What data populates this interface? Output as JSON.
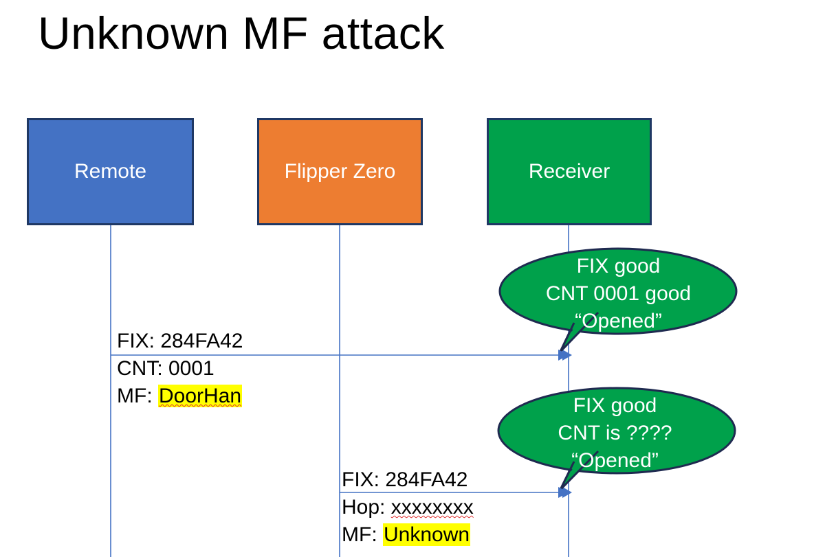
{
  "slide": {
    "title": "Unknown MF attack",
    "background": "#ffffff"
  },
  "colors": {
    "remote_fill": "#4472C4",
    "flipper_fill": "#ED7D31",
    "receiver_fill": "#00A14B",
    "box_border": "#1F3864",
    "arrow": "#4472C4",
    "lifeline": "#4472C4",
    "callout_fill": "#00A14B",
    "callout_border": "#1F2A50",
    "highlight": "#FFFF00",
    "spellcheck": "#E03030",
    "text_dark": "#000000",
    "text_light": "#FFFFFF"
  },
  "actors": [
    {
      "id": "remote",
      "label": "Remote"
    },
    {
      "id": "flipper",
      "label": "Flipper Zero"
    },
    {
      "id": "receiver",
      "label": "Receiver"
    }
  ],
  "messages": [
    {
      "id": "msg-1",
      "from": "remote",
      "to": "receiver",
      "lines": [
        {
          "text": "FIX: 284FA42"
        },
        {
          "text": "CNT: 0001"
        },
        {
          "prefix": "MF: ",
          "value": "DoorHan",
          "highlighted": true,
          "spellcheck": true
        }
      ]
    },
    {
      "id": "msg-2",
      "from": "flipper",
      "to": "receiver",
      "lines": [
        {
          "text": "FIX: 284FA42"
        },
        {
          "prefix": "Hop: ",
          "value": "xxxxxxxx",
          "highlighted": false,
          "spellcheck": true
        },
        {
          "prefix": "MF: ",
          "value": "Unknown",
          "highlighted": true,
          "spellcheck": false
        }
      ]
    }
  ],
  "callouts": [
    {
      "id": "callout-1",
      "points_to": "msg-1-arrowhead",
      "line1": "FIX good",
      "line2": "CNT 0001 good",
      "line3": "“Opened”"
    },
    {
      "id": "callout-2",
      "points_to": "msg-2-arrowhead",
      "line1": "FIX good",
      "line2": "CNT is ????",
      "line3": "“Opened”"
    }
  ]
}
